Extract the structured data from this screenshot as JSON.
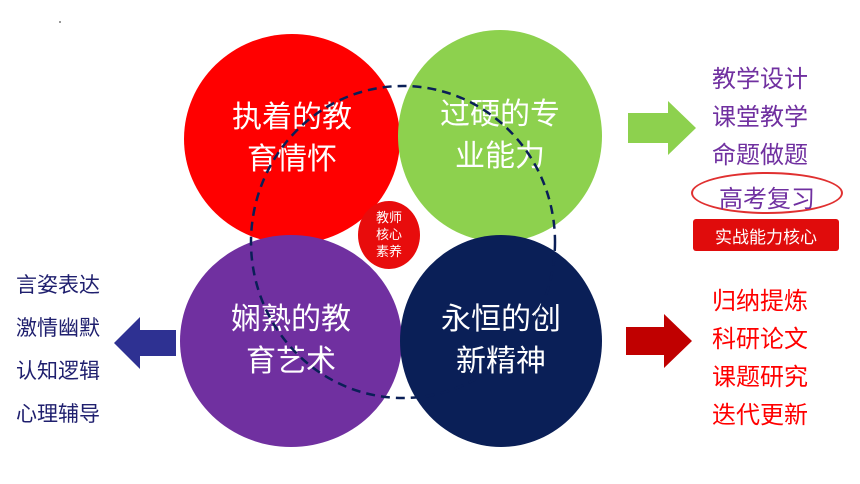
{
  "circles": {
    "top_left": "执着的教\n育情怀",
    "top_right": "过硬的专\n业能力",
    "bottom_left": "娴熟的教\n育艺术",
    "bottom_right": "永恒的创\n新精神"
  },
  "center_label": "教师\n核心\n素养",
  "right_top_items": [
    "教学设计",
    "课堂教学",
    "命题做题"
  ],
  "highlight_item": "高考复习",
  "badge": "实战能力核心",
  "right_bottom_items": [
    "归纳提炼",
    "科研论文",
    "课题研究",
    "迭代更新"
  ],
  "left_items": [
    "言姿表达",
    "激情幽默",
    "认知逻辑",
    "心理辅导"
  ],
  "colors": {
    "red": "#ff0000",
    "green": "#8dd14e",
    "purple": "#7030a0",
    "navy": "#0a1f57",
    "arrow_green": "#8dd14e",
    "arrow_red": "#c00000",
    "arrow_blue": "#2e3192"
  }
}
